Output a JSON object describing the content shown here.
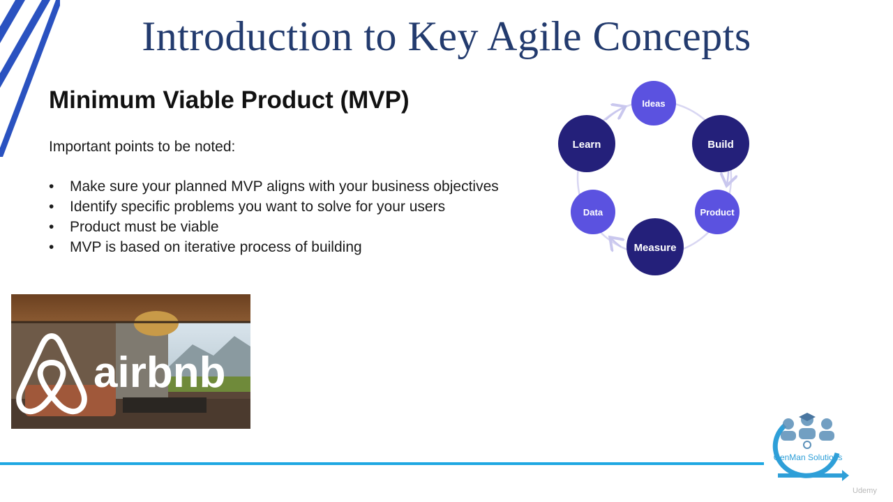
{
  "slide": {
    "title": "Introduction to Key Agile Concepts",
    "heading": "Minimum Viable Product (MVP)",
    "intro": "Important points to be noted:",
    "bullets": [
      "Make sure your planned MVP aligns with your business objectives",
      "Identify specific problems you want to solve for your users",
      "Product must be viable",
      "MVP is based on iterative process of building"
    ]
  },
  "cycle": {
    "nodes": [
      "Ideas",
      "Build",
      "Product",
      "Measure",
      "Data",
      "Learn"
    ]
  },
  "photo": {
    "logo_text": "airbnb"
  },
  "branding": {
    "company": "GenMan Solutions",
    "platform": "Udemy"
  },
  "colors": {
    "title": "#233b6e",
    "accent_line": "#1ea7e2",
    "dark_node": "#24207a",
    "light_node": "#5b52e0",
    "stripe": "#2a52c0"
  }
}
